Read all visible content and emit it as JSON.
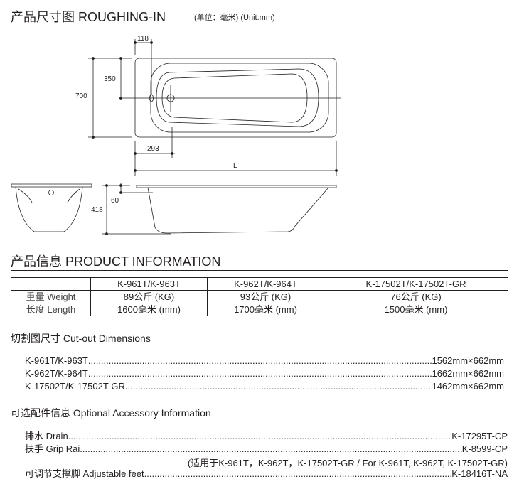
{
  "roughing_in": {
    "title": "产品尺寸图  ROUGHING-IN",
    "unit": "(单位：毫米) (Unit:mm)",
    "dimensions": {
      "d118": "118",
      "d350": "350",
      "d700": "700",
      "d293": "293",
      "length": "L",
      "d418": "418",
      "d60": "60"
    }
  },
  "product_info": {
    "title": "产品信息  PRODUCT INFORMATION",
    "columns": [
      "",
      "K-961T/K-963T",
      "K-962T/K-964T",
      "K-17502T/K-17502T-GR"
    ],
    "rows": [
      {
        "label": "重量 Weight",
        "values": [
          "89公斤 (KG)",
          "93公斤 (KG)",
          "76公斤 (KG)"
        ]
      },
      {
        "label": "长度 Length",
        "values": [
          "1600毫米 (mm)",
          "1700毫米 (mm)",
          "1500毫米 (mm)"
        ]
      }
    ]
  },
  "cutout": {
    "title": "切割图尺寸 Cut-out Dimensions",
    "items": [
      {
        "model": "K-961T/K-963T ",
        "size": "1562mm×662mm"
      },
      {
        "model": "K-962T/K-964T",
        "size": "1662mm×662mm"
      },
      {
        "model": "K-17502T/K-17502T-GR ",
        "size": "1462mm×662mm"
      }
    ]
  },
  "accessories": {
    "title": "可选配件信息 Optional Accessory Information",
    "items": [
      {
        "name": "排水 Drain",
        "code": "K-17295T-CP"
      },
      {
        "name": "扶手 Grip Rai ",
        "code": "K-8599-CP"
      },
      {
        "name": "可调节支撑脚 Adjustable feet",
        "code": "K-18416T-NA"
      }
    ],
    "note": "(适用于K-961T，K-962T，K-17502T-GR / For K-961T, K-962T, K-17502T-GR)"
  }
}
